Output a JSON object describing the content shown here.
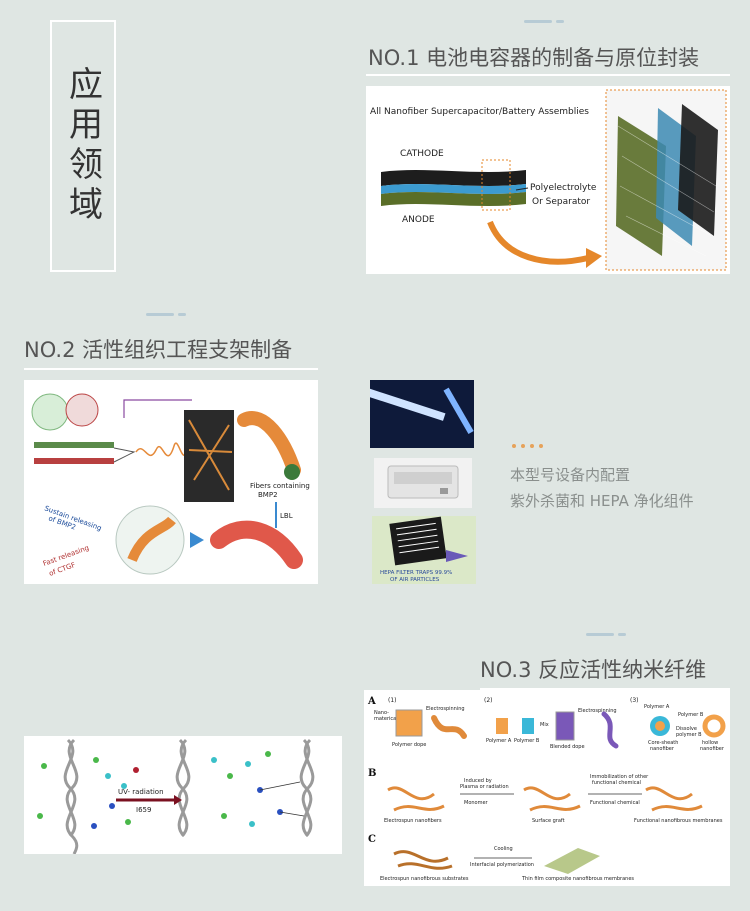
{
  "side_title": "应用领域",
  "section1": {
    "heading": "NO.1 电池电容器的制备与原位封装",
    "figure_title": "All Nanofiber Supercapacitor/Battery Assemblies",
    "cathode": "CATHODE",
    "anode": "ANODE",
    "polyelectrolyte": "Polyelectrolyte",
    "separator": "Or Separator"
  },
  "section2": {
    "heading": "NO.2 活性组织工程支架制备",
    "fibers_label_1": "Fibers containing",
    "fibers_label_2": "BMP2",
    "lbl": "LBL",
    "sustain_1": "Sustain releasing",
    "sustain_2": "of BMP2",
    "fast_1": "Fast releasing",
    "fast_2": "of CTGF"
  },
  "hepa": {
    "filter_label_1": "HEPA FILTER TRAPS 99.9%",
    "filter_label_2": "OF AIR PARTICLES",
    "note_line1": "本型号设备内配置",
    "note_line2": "紫外杀菌和 HEPA 净化组件"
  },
  "section3": {
    "heading": "NO.3  反应活性纳米纤维",
    "uv_label": "UV- radiation",
    "uv_code": "I659",
    "panel_a": "A",
    "panel_b": "B",
    "panel_c": "C",
    "a1": "(1)",
    "a2": "(2)",
    "a3": "(3)",
    "nano_matericals_1": "Nano-",
    "nano_matericals_2": "matericals",
    "electrospinning": "Electrospinning",
    "polymer_dope": "Polymer dope",
    "polymer_a": "Polymer A",
    "polymer_b": "Polymer B",
    "mix": "Mix",
    "blended_dope": "Blended dope",
    "polymer_a2": "Polymer A",
    "polymer_b2": "Polymer B",
    "core_sheath_1": "Core-sheath",
    "core_sheath_2": "nanofiber",
    "dissolve_1": "Dissolve",
    "dissolve_2": "polymer B",
    "hollow_1": "hollow",
    "hollow_2": "nanofiber",
    "induced_1": "Induced by",
    "induced_2": "Plasma or radiation",
    "monomer": "Monomer",
    "immob_1": "Immobilization of other",
    "immob_2": "functional chemical",
    "functional_chemical": "Functional chemical",
    "electrospun_nanofibers": "Electrospun nanofibers",
    "surface_graft": "Surface graft",
    "functional_membranes": "Functional nanofibrous membranes",
    "cooling": "Cooling",
    "interfacial": "Interfacial polymerization",
    "electrospun_substrates": "Electrospun nanofibrous substrates",
    "thin_film": "Thin film composite nanofibrous membranes"
  }
}
